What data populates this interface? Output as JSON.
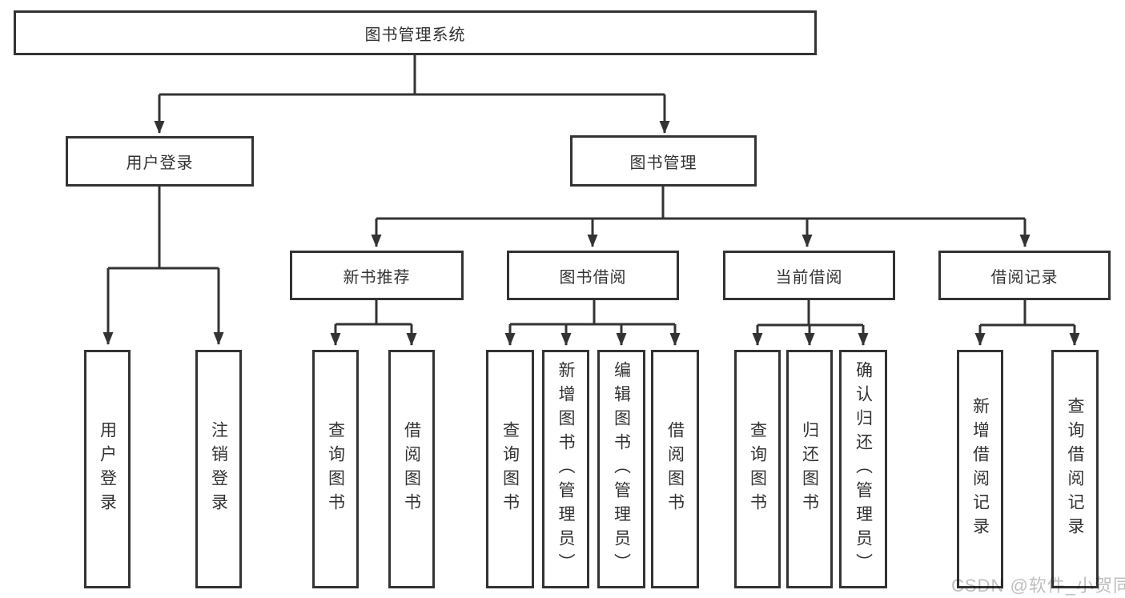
{
  "diagram_type": "tree",
  "title": "图书管理系统",
  "nodes": {
    "root": {
      "label": "图书管理系统"
    },
    "user_login": {
      "label": "用户登录",
      "children": [
        "用户登录",
        "注销登录"
      ]
    },
    "book_mgmt": {
      "label": "图书管理"
    },
    "new_book_rec": {
      "label": "新书推荐",
      "children": [
        "查询图书",
        "借阅图书"
      ]
    },
    "book_borrow": {
      "label": "图书借阅",
      "children": [
        "查询图书",
        "新增图书（管理员）",
        "编辑图书（管理员）",
        "借阅图书"
      ]
    },
    "current_borrow": {
      "label": "当前借阅",
      "children": [
        "查询图书",
        "归还图书",
        "确认归还（管理员）"
      ]
    },
    "borrow_record": {
      "label": "借阅记录",
      "children": [
        "新增借阅记录",
        "查询借阅记录"
      ]
    }
  },
  "watermark": {
    "text": "CSDN @软件_小贺同学"
  },
  "colors": {
    "line": "#333333",
    "border": "#333333",
    "text": "#333333",
    "background": "#ffffff",
    "watermark": "#bfbfbf"
  }
}
